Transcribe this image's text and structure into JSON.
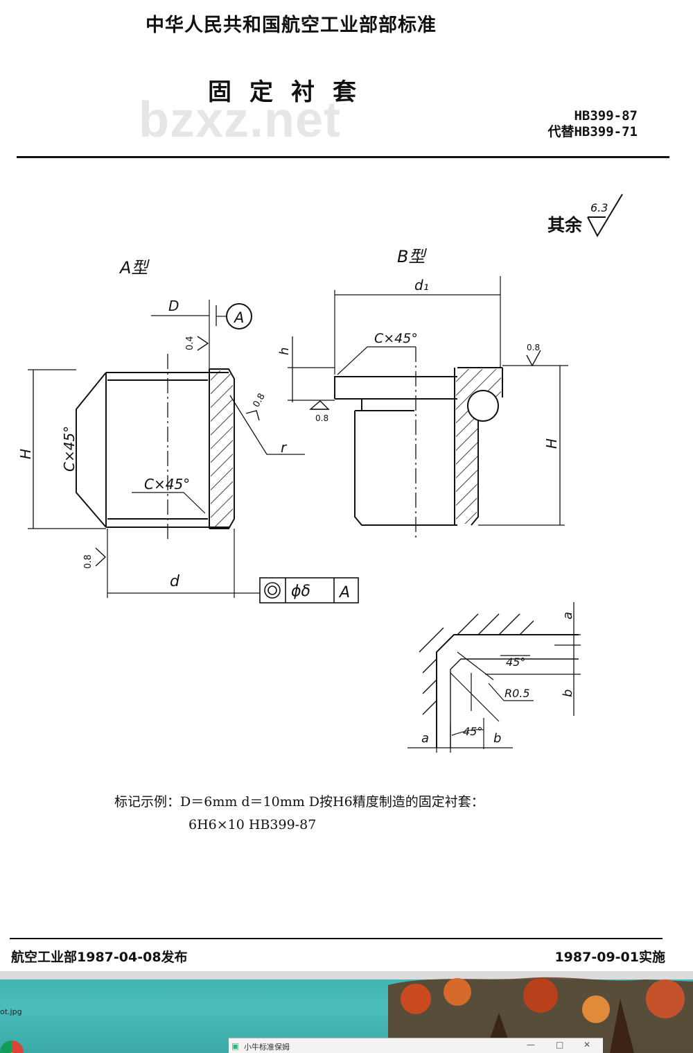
{
  "header": {
    "standard_body": "中华人民共和国航空工业部部标准",
    "title": "固定衬套",
    "watermark": "bzxz.net",
    "code": "HB399-87",
    "replaces": "代替HB399-71"
  },
  "drawing": {
    "roughness_rest_label": "其余",
    "roughness_rest_value": "6.3",
    "type_a_label": "A型",
    "type_b_label": "B型",
    "dim_D": "D",
    "datum_A": "A",
    "dim_H": "H",
    "chamfer": "C×45°",
    "chamfer_inner": "C×45°",
    "roughness_04": "0.4",
    "roughness_08": "0.8",
    "dim_r": "r",
    "dim_d": "d",
    "tolerance_value": "ϕδ",
    "tolerance_datum": "A",
    "dim_d1": "d₁",
    "dim_h": "h",
    "detail_a": "a",
    "detail_b": "b",
    "detail_angle": "45°",
    "detail_radius": "R0.5"
  },
  "marking": {
    "line1": "标记示例：D＝6mm   d＝10mm   D按H6精度制造的固定衬套：",
    "line2": "6H6×10  HB399-87"
  },
  "footer": {
    "issued": "航空工业部1987-04-08发布",
    "effective": "1987-09-01实施"
  },
  "taskbar": {
    "file_name": "ot.jpg",
    "window_title": "小牛标准保姆",
    "minimize": "—",
    "maximize": "□",
    "close": "✕"
  }
}
